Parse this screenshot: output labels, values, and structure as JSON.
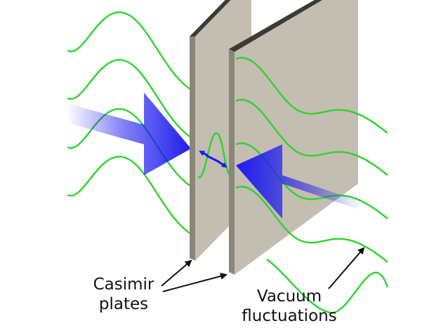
{
  "diagram": {
    "labels": {
      "plates_line1": "Casimir",
      "plates_line2": "plates",
      "fluct_line1": "Vacuum",
      "fluct_line2": "fluctuations"
    },
    "colors": {
      "background": "#ffffff",
      "wave": "#2fd32f",
      "plate_face": "#c4bdb1",
      "plate_edge": "#3d3a35",
      "plate_side": "#8b857a",
      "force_arrow": "#1a1aee",
      "pointer": "#111111"
    }
  }
}
